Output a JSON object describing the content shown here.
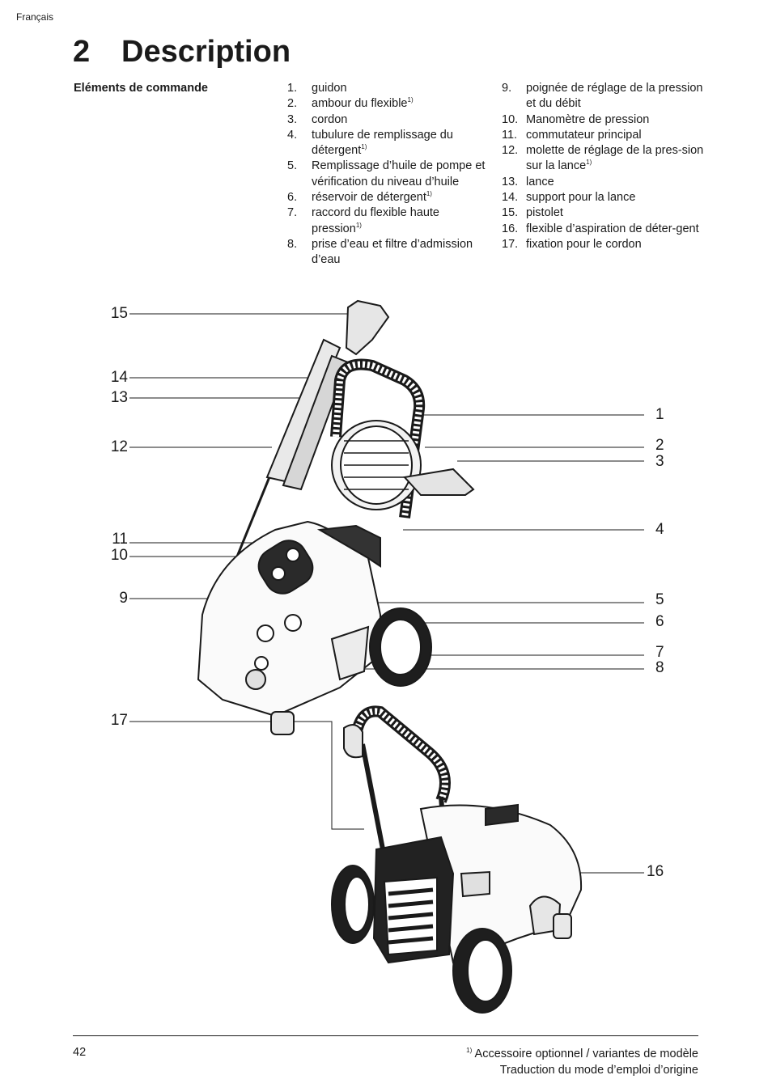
{
  "header": {
    "language": "Français"
  },
  "title": {
    "number": "2",
    "text": "Description"
  },
  "section": {
    "label": "Eléments de commande"
  },
  "footnote_marker": "1)",
  "items_col1": [
    {
      "num": "1.",
      "text": "guidon",
      "fn": ""
    },
    {
      "num": "2.",
      "text": "ambour du flexible",
      "fn": "1)"
    },
    {
      "num": "3.",
      "text": "cordon",
      "fn": ""
    },
    {
      "num": "4.",
      "text": "tubulure de remplissage du détergent",
      "fn": "1)"
    },
    {
      "num": "5.",
      "text": "Remplissage d’huile de pompe et vérification du niveau d’huile",
      "fn": ""
    },
    {
      "num": "6.",
      "text": "réservoir de détergent",
      "fn": "1)"
    },
    {
      "num": "7.",
      "text": "raccord du flexible haute pression",
      "fn": "1)"
    },
    {
      "num": "8.",
      "text": "prise d’eau et filtre d’admission d’eau",
      "fn": ""
    }
  ],
  "items_col2": [
    {
      "num": "9.",
      "text": "poignée de réglage de la pression et du débit",
      "fn": ""
    },
    {
      "num": "10.",
      "text": "Manomètre de pression",
      "fn": ""
    },
    {
      "num": "11.",
      "text": "commutateur principal",
      "fn": ""
    },
    {
      "num": "12.",
      "text": "molette de réglage de la pres-sion sur la lance",
      "fn": "1)"
    },
    {
      "num": "13.",
      "text": "lance",
      "fn": ""
    },
    {
      "num": "14.",
      "text": "support pour la lance",
      "fn": ""
    },
    {
      "num": "15.",
      "text": "pistolet",
      "fn": ""
    },
    {
      "num": "16.",
      "text": "flexible d’aspiration de déter-gent",
      "fn": ""
    },
    {
      "num": "17.",
      "text": "fixation pour le cordon",
      "fn": ""
    }
  ],
  "callouts": {
    "c1": "1",
    "c2": "2",
    "c3": "3",
    "c4": "4",
    "c5": "5",
    "c6": "6",
    "c7": "7",
    "c8": "8",
    "c9": "9",
    "c10": "10",
    "c11": "11",
    "c12": "12",
    "c13": "13",
    "c14": "14",
    "c15": "15",
    "c16": "16",
    "c17": "17"
  },
  "footer": {
    "page_number": "42",
    "footnote_marker": "1)",
    "footnote_text": "Accessoire optionnel / variantes de modèle",
    "translation_note": "Traduction du mode d’emploi d’origine"
  }
}
